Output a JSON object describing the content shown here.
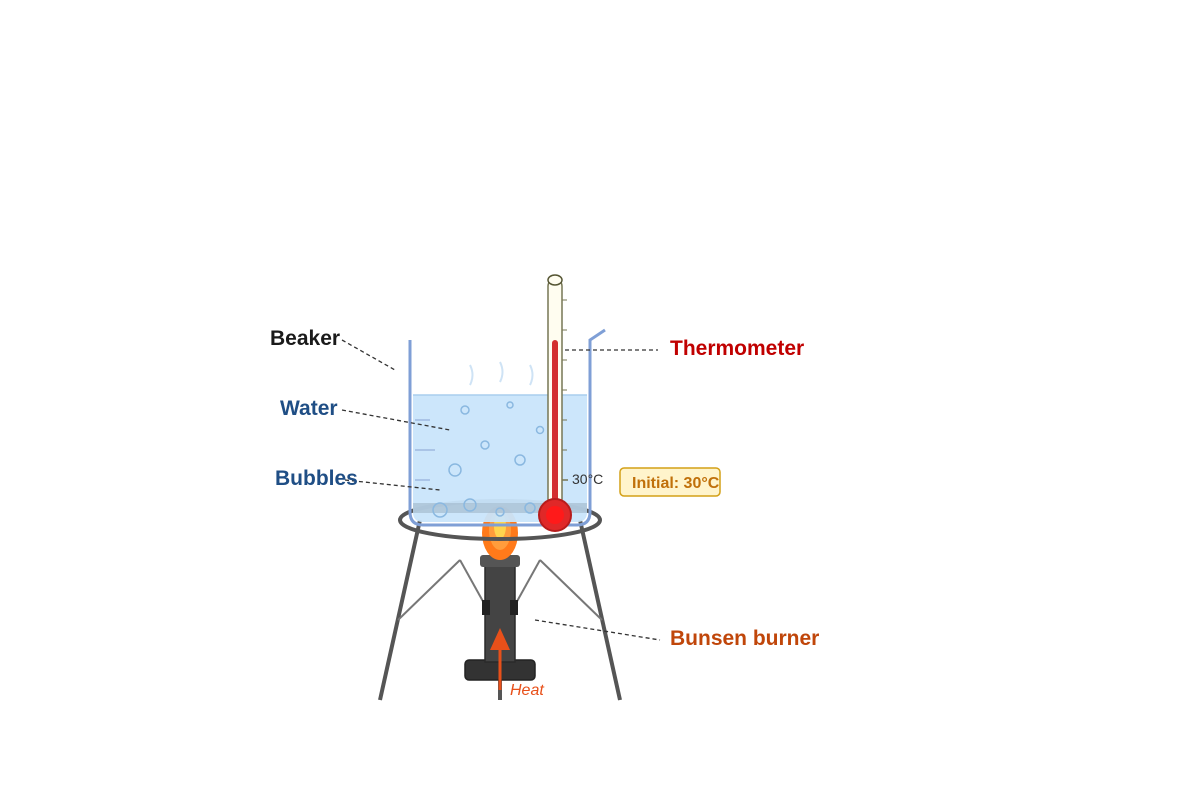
{
  "labels": {
    "beaker": "Beaker",
    "water": "Water",
    "bubbles": "Bubbles",
    "thermometer": "Thermometer",
    "bunsen_burner": "Bunsen burner",
    "heat": "Heat",
    "reading": "30°C",
    "initial_badge": "Initial: 30°C"
  },
  "colors": {
    "beaker_label": "#1a1a1a",
    "water_label": "#1f4e85",
    "bubbles_label": "#1f4e85",
    "thermometer_label": "#c00000",
    "burner_label": "#c0460a",
    "heat_text": "#e8501a",
    "badge_text": "#c0700a",
    "badge_fill": "#fff4cc",
    "badge_stroke": "#d4a017",
    "water_fill": "#c9e5fb",
    "beaker_stroke": "#7f9fd6",
    "mercury": "#d32f2f",
    "flame_outer": "#ff7a1a",
    "flame_inner": "#ffd54f",
    "burner_body": "#444444",
    "stand": "#555555"
  }
}
